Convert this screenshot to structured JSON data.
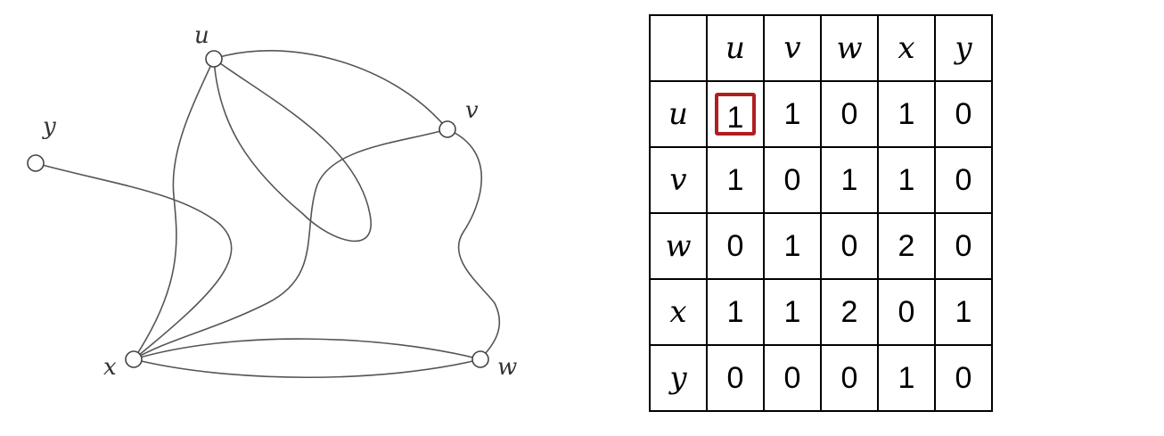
{
  "graph": {
    "vertices": [
      {
        "id": "u",
        "label": "u"
      },
      {
        "id": "v",
        "label": "v"
      },
      {
        "id": "w",
        "label": "w"
      },
      {
        "id": "x",
        "label": "x"
      },
      {
        "id": "y",
        "label": "y"
      }
    ],
    "edges": [
      [
        "u",
        "u"
      ],
      [
        "u",
        "v"
      ],
      [
        "u",
        "x"
      ],
      [
        "v",
        "w"
      ],
      [
        "v",
        "x"
      ],
      [
        "w",
        "x"
      ],
      [
        "w",
        "x"
      ],
      [
        "x",
        "y"
      ]
    ]
  },
  "matrix": {
    "headers": [
      "u",
      "v",
      "w",
      "x",
      "y"
    ],
    "rows": [
      {
        "label": "u",
        "values": [
          "1",
          "1",
          "0",
          "1",
          "0"
        ]
      },
      {
        "label": "v",
        "values": [
          "1",
          "0",
          "1",
          "1",
          "0"
        ]
      },
      {
        "label": "w",
        "values": [
          "0",
          "1",
          "0",
          "2",
          "0"
        ]
      },
      {
        "label": "x",
        "values": [
          "1",
          "1",
          "2",
          "0",
          "1"
        ]
      },
      {
        "label": "y",
        "values": [
          "0",
          "0",
          "0",
          "1",
          "0"
        ]
      }
    ],
    "highlighted_cell": {
      "row": 0,
      "col": 0,
      "color": "#b01e1e"
    }
  }
}
